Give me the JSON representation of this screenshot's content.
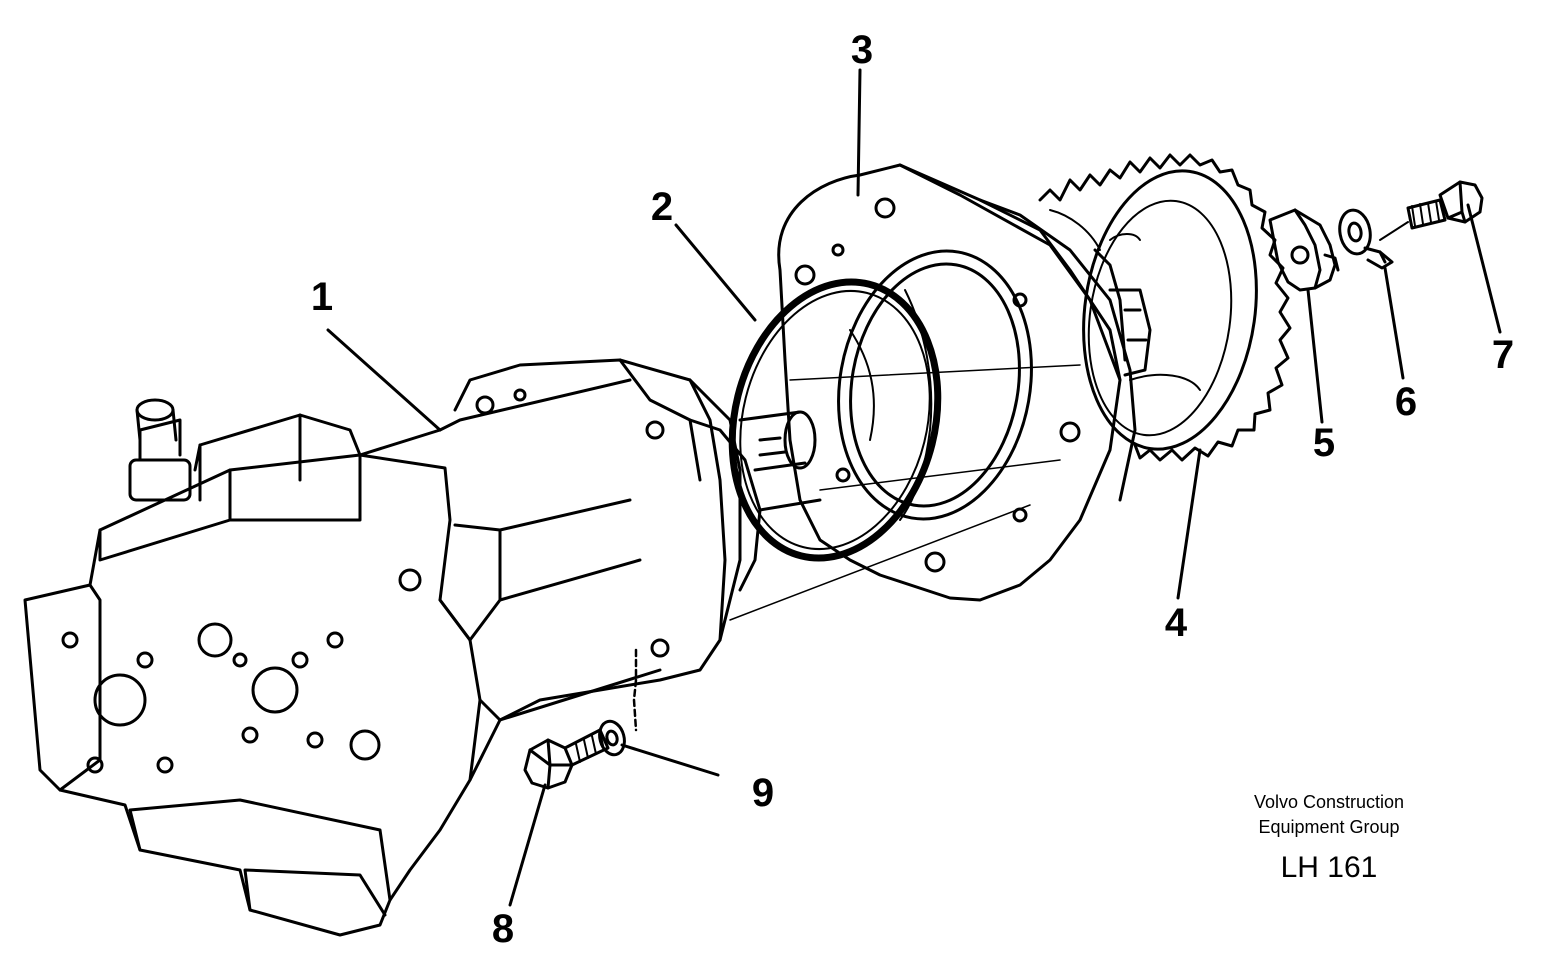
{
  "callouts": [
    {
      "id": "1",
      "label": "1"
    },
    {
      "id": "2",
      "label": "2"
    },
    {
      "id": "3",
      "label": "3"
    },
    {
      "id": "4",
      "label": "4"
    },
    {
      "id": "5",
      "label": "5"
    },
    {
      "id": "6",
      "label": "6"
    },
    {
      "id": "7",
      "label": "7"
    },
    {
      "id": "8",
      "label": "8"
    },
    {
      "id": "9",
      "label": "9"
    }
  ],
  "credit": {
    "line1": "Volvo Construction",
    "line2": "Equipment Group",
    "code": "LH 161"
  },
  "colors": {
    "ink": "#000000",
    "paper": "#ffffff"
  }
}
